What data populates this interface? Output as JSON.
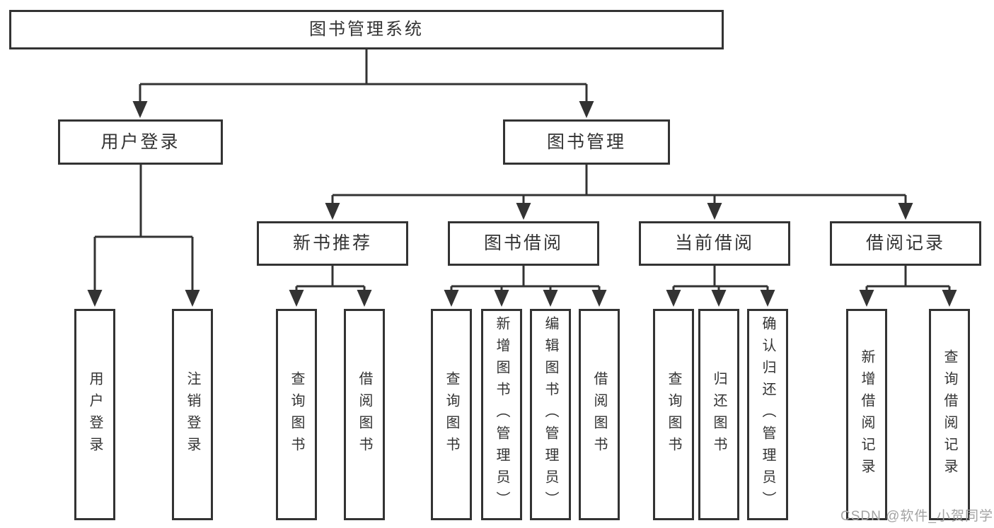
{
  "page": {
    "background": "#ffffff"
  },
  "colors": {
    "line": "#333333",
    "box_border": "#333333",
    "text": "#333333",
    "watermark": "#a3a3a3"
  },
  "diagram": {
    "root": {
      "label": "图书管理系统"
    },
    "level2": [
      {
        "label": "用户登录",
        "children": [
          {
            "label": "用户登录"
          },
          {
            "label": "注销登录"
          }
        ]
      },
      {
        "label": "图书管理",
        "children": [
          {
            "label": "新书推荐",
            "children": [
              {
                "label": "查询图书"
              },
              {
                "label": "借阅图书"
              }
            ]
          },
          {
            "label": "图书借阅",
            "children": [
              {
                "label": "查询图书"
              },
              {
                "label": "新增图书（管理员）"
              },
              {
                "label": "编辑图书（管理员）"
              },
              {
                "label": "借阅图书"
              }
            ]
          },
          {
            "label": "当前借阅",
            "children": [
              {
                "label": "查询图书"
              },
              {
                "label": "归还图书"
              },
              {
                "label": "确认归还（管理员）"
              }
            ]
          },
          {
            "label": "借阅记录",
            "children": [
              {
                "label": "新增借阅记录"
              },
              {
                "label": "查询借阅记录"
              }
            ]
          }
        ]
      }
    ]
  },
  "watermark": {
    "text": "CSDN @软件_小贺同学"
  }
}
